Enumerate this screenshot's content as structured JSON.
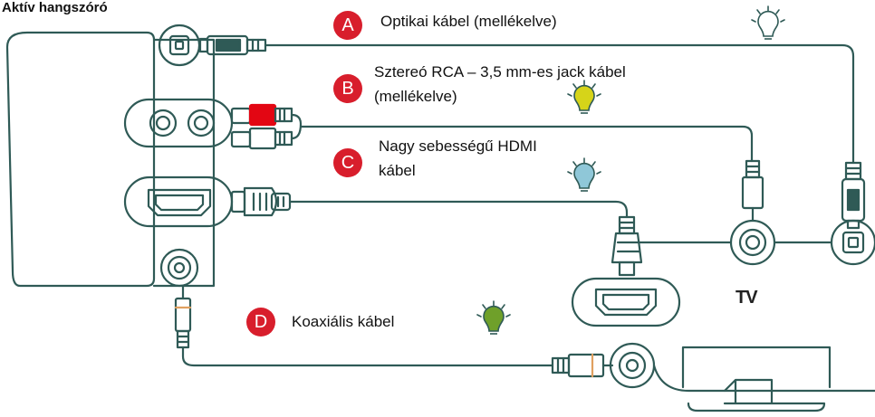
{
  "title": "Aktív hangszóró",
  "tv_label": "TV",
  "colors": {
    "line": "#2f5a56",
    "badge": "#d81e2c",
    "rca_red": "#e30613",
    "optical_tip": "#2f5a56",
    "bulb_off": "#ffffff",
    "bulb_yellow": "#d6d419",
    "bulb_blue": "#8fc7d8",
    "bulb_green": "#6fa02a"
  },
  "connections": [
    {
      "badge": "A",
      "label_lines": [
        "Optikai kábel (mellékelve)"
      ],
      "bulb_color": "#ffffff",
      "icon": "lightbulb-off-icon"
    },
    {
      "badge": "B",
      "label_lines": [
        "Sztereó RCA – 3,5 mm-es jack kábel",
        "(mellékelve)"
      ],
      "bulb_color": "#d6d419",
      "icon": "lightbulb-yellow-icon"
    },
    {
      "badge": "C",
      "label_lines": [
        "Nagy sebességű HDMI",
        "kábel"
      ],
      "bulb_color": "#8fc7d8",
      "icon": "lightbulb-blue-icon"
    },
    {
      "badge": "D",
      "label_lines": [
        "Koaxiális kábel"
      ],
      "bulb_color": "#6fa02a",
      "icon": "lightbulb-green-icon"
    }
  ]
}
